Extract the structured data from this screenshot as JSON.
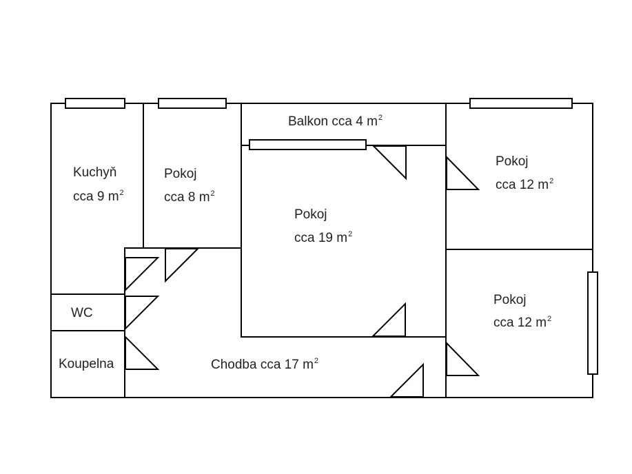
{
  "rooms": {
    "kuchyn": {
      "name": "Kuchyň",
      "area": "cca 9 m",
      "sup": "2"
    },
    "pokoj_small": {
      "name": "Pokoj",
      "area": "cca 8 m",
      "sup": "2"
    },
    "balkon": {
      "text": "Balkon cca 4 m",
      "sup": "2"
    },
    "pokoj_center": {
      "name": "Pokoj",
      "area": "cca 19 m",
      "sup": "2"
    },
    "pokoj_top_right": {
      "name": "Pokoj",
      "area": "cca 12 m",
      "sup": "2"
    },
    "pokoj_bottom_right": {
      "name": "Pokoj",
      "area": "cca 12 m",
      "sup": "2"
    },
    "wc": {
      "name": "WC"
    },
    "koupelna": {
      "name": "Koupelna"
    },
    "chodba": {
      "text": "Chodba cca 17 m",
      "sup": "2"
    }
  }
}
